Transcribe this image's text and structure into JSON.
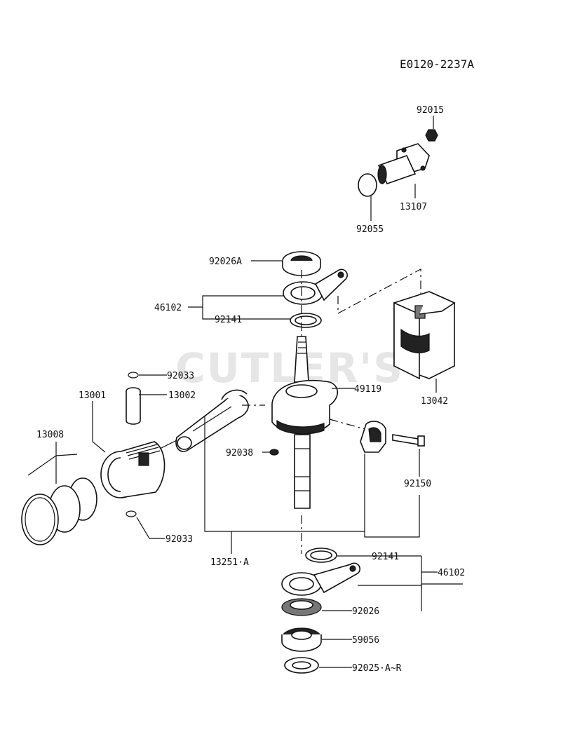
{
  "diagram": {
    "code": "E0120-2237A",
    "watermark": "CUTLER'S",
    "labels": {
      "p92015": "92015",
      "p13107": "13107",
      "p92055": "92055",
      "p92026A": "92026A",
      "p46102_top": "46102",
      "p92141_top": "92141",
      "p13042": "13042",
      "p92033_top": "92033",
      "p13001": "13001",
      "p13002": "13002",
      "p49119": "49119",
      "p13008": "13008",
      "p92038": "92038",
      "p92150": "92150",
      "p92033_bottom": "92033",
      "p13251": "13251·A",
      "p92141_bottom": "92141",
      "p46102_bottom": "46102",
      "p92026": "92026",
      "p59056": "59056",
      "p92025": "92025·A~R"
    }
  }
}
